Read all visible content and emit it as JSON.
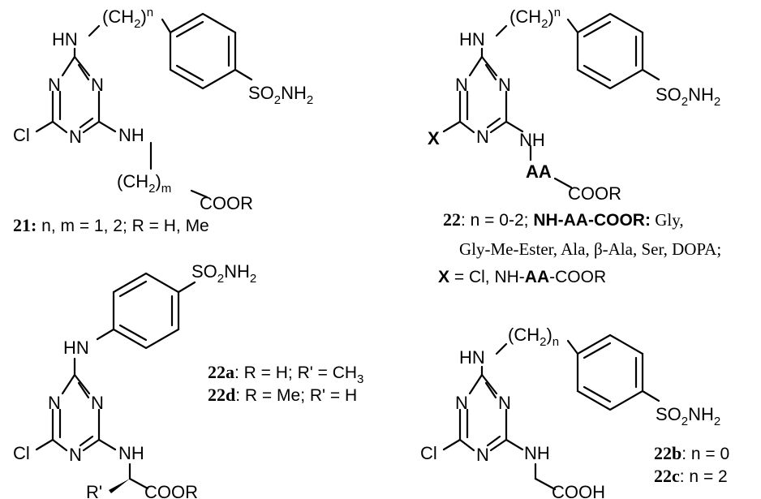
{
  "atoms": {
    "hn": "HN",
    "n": "N",
    "nh": "NH",
    "cl": "Cl",
    "x": "X",
    "aa": "AA",
    "ch2": "(CH",
    "close_paren": ")",
    "two": "2",
    "n_sub": "n",
    "m_sub": "m",
    "so2nh2": "SO",
    "nh2": "NH",
    "coor": "COOR",
    "cooh": "COOH",
    "rprime": "R'"
  },
  "captions": {
    "c21_num": "21:",
    "c21_text": " n, m = 1, 2; R = H, Me",
    "c22_num": "22",
    "c22_text1": ": n = 0-2; ",
    "c22_bold": "NH-AA-COOR:",
    "c22_text2": " Gly,",
    "c22_line2": "Gly-Me-Ester, Ala, β-Ala, Ser, DOPA;",
    "c22_x": "X",
    "c22_line3a": " = Cl, NH-",
    "c22_line3b": "AA",
    "c22_line3c": "-COOR",
    "c22a_num": "22a",
    "c22a_text": ": R = H; R' = CH",
    "c22a_sub": "3",
    "c22d_num": "22d",
    "c22d_text": ": R = Me; R' = H",
    "c22b_num": "22b",
    "c22b_text": ": n = 0",
    "c22c_num": "22c",
    "c22c_text": ": n = 2"
  }
}
